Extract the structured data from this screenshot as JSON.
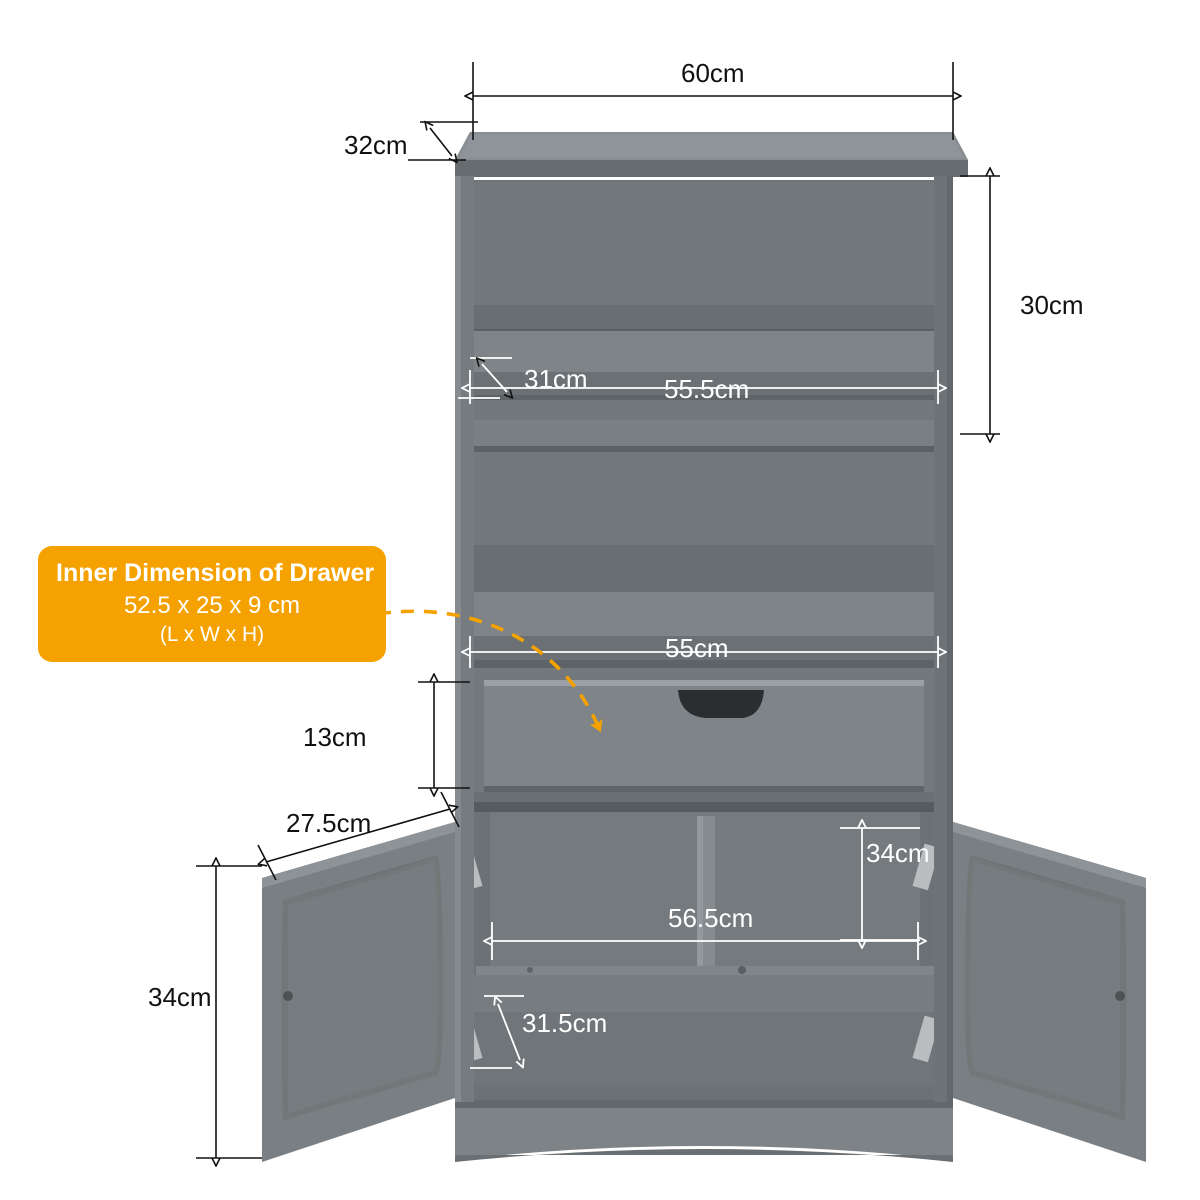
{
  "product": {
    "name": "Bathroom floor storage cabinet with drawer and doors",
    "body_color": "#7D8287",
    "body_color_dark": "#5F6468",
    "body_color_light": "#8D9298",
    "line_color": "#111111",
    "white_line_color": "#ffffff",
    "accent_color": "#F5A200"
  },
  "callout": {
    "title": "Inner Dimension of Drawer",
    "value": "52.5 x 25 x 9 cm",
    "note": "(L x W x H)"
  },
  "dimensions": {
    "top_width": "60cm",
    "top_depth": "32cm",
    "upper_shelf_height": "30cm",
    "middle_shelf_depth": "31cm",
    "middle_shelf_width": "55.5cm",
    "lower_shelf_width": "55cm",
    "drawer_height": "13cm",
    "door_depth": "27.5cm",
    "cabinet_inner_height_right": "34cm",
    "cabinet_inner_width": "56.5cm",
    "cabinet_inner_depth": "31.5cm",
    "door_height": "34cm"
  }
}
